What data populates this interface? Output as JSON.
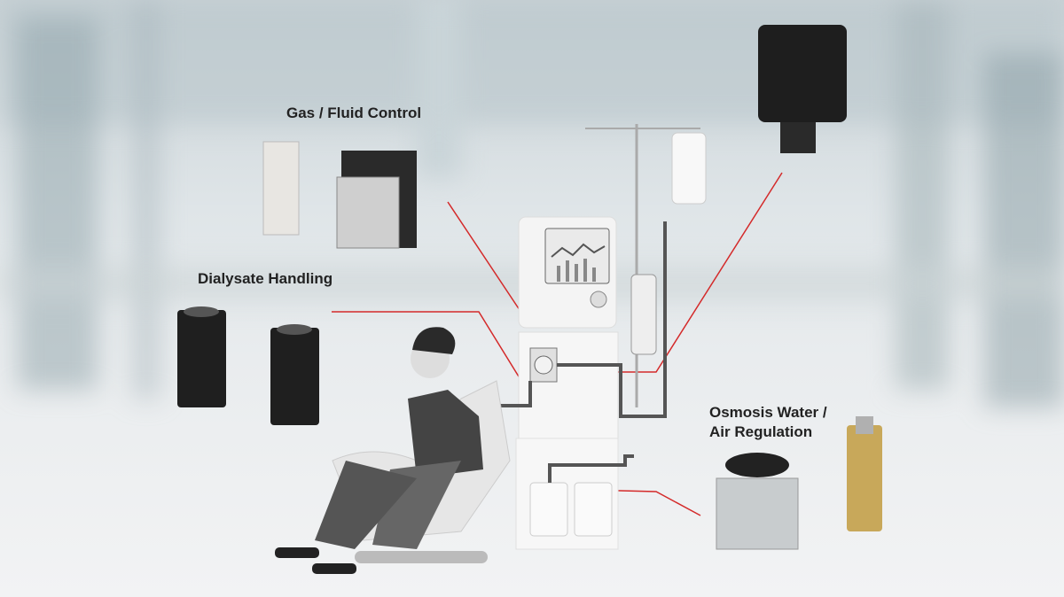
{
  "labels": {
    "gas_fluid": "Gas / Fluid Control",
    "dialysate": "Dialysate Handling",
    "osmosis_line1": "Osmosis Water /",
    "osmosis_line2": "Air Regulation"
  },
  "colors": {
    "callout_line": "#d42a2a",
    "text": "#222222"
  }
}
